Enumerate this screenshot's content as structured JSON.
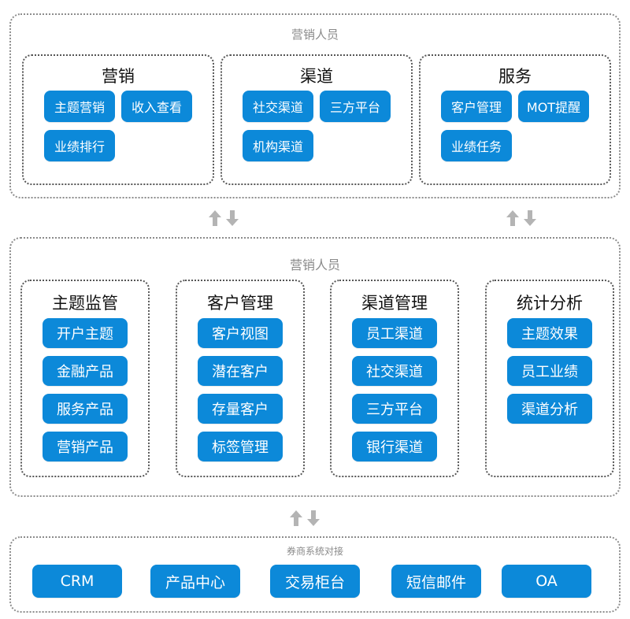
{
  "colors": {
    "button_fill": "#0c89d9",
    "button_text": "#ffffff",
    "band_border": "#8c8c8c",
    "band_title": "#8a8a8a",
    "arrow": "#b4b4b4"
  },
  "tier1": {
    "title": "营销人员",
    "groups": [
      {
        "title": "营销",
        "items": [
          "主题营销",
          "收入查看",
          "业绩排行"
        ]
      },
      {
        "title": "渠道",
        "items": [
          "社交渠道",
          "三方平台",
          "机构渠道"
        ]
      },
      {
        "title": "服务",
        "items": [
          "客户管理",
          "MOT提醒",
          "业绩任务"
        ]
      }
    ]
  },
  "tier2": {
    "title": "营销人员",
    "groups": [
      {
        "title": "主题监管",
        "items": [
          "开户主题",
          "金融产品",
          "服务产品",
          "营销产品"
        ]
      },
      {
        "title": "客户管理",
        "items": [
          "客户视图",
          "潜在客户",
          "存量客户",
          "标签管理"
        ]
      },
      {
        "title": "渠道管理",
        "items": [
          "员工渠道",
          "社交渠道",
          "三方平台",
          "银行渠道"
        ]
      },
      {
        "title": "统计分析",
        "items": [
          "主题效果",
          "员工业绩",
          "渠道分析"
        ]
      }
    ]
  },
  "tier3": {
    "title": "券商系统对接",
    "items": [
      "CRM",
      "产品中心",
      "交易柜台",
      "短信邮件",
      "OA"
    ]
  },
  "connectors": [
    {
      "icon": "bidirectional-arrows-icon"
    },
    {
      "icon": "bidirectional-arrows-icon"
    },
    {
      "icon": "bidirectional-arrows-icon"
    }
  ]
}
